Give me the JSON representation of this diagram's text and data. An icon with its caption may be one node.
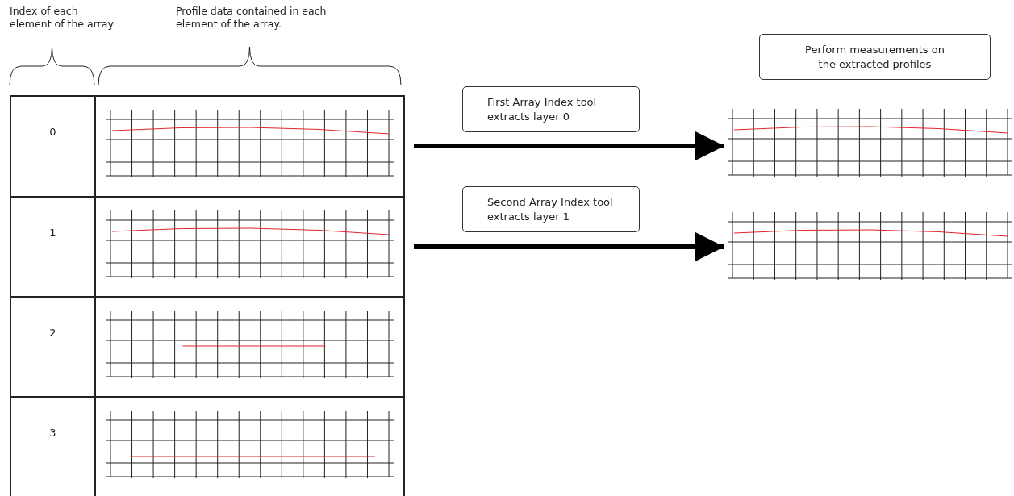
{
  "diagram": {
    "nodes": [
      {
        "text": [
          "0"
        ]
      },
      {
        "text": [],
        "shape": "picture"
      },
      {
        "text": [
          "1"
        ]
      },
      {
        "text": [],
        "shape": "picture"
      },
      {
        "text": [
          "2"
        ]
      },
      {
        "text": [],
        "shape": "picture"
      },
      {
        "text": [
          "3"
        ]
      },
      {
        "text": [],
        "shape": "picture"
      },
      {
        "text": [
          "First Array Index tool extracts layer 0"
        ]
      },
      {
        "text": [
          "Second Array Index tool extracts layer 1"
        ]
      },
      {
        "text": [
          "Perform measurements on the extracted profiles"
        ]
      },
      {
        "text": [],
        "shape": "picture"
      },
      {
        "text": [],
        "shape": "picture"
      }
    ],
    "edges": [
      {
        "from": 1,
        "to": 11,
        "arrow": "to"
      },
      {
        "from": 3,
        "to": 12,
        "arrow": "to"
      }
    ],
    "labels": [
      "Index of each element of the array",
      "Profile data contained in each element of the array."
    ]
  }
}
